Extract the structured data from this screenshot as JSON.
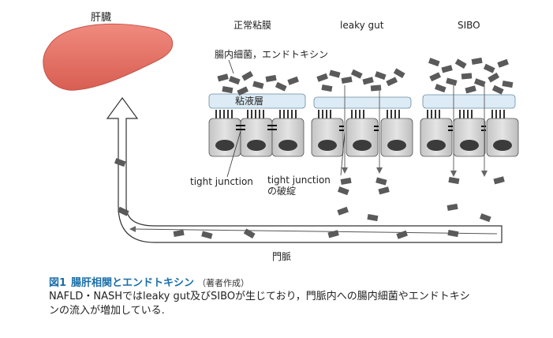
{
  "labels": {
    "liver": "肝臓",
    "normal": "正常粘膜",
    "leaky": "leaky gut",
    "sibo": "SIBO",
    "bacteria": "腸内細菌，エンドトキシン",
    "mucus": "粘液層",
    "tight_junction": "tight junction",
    "tj_broken_1": "tight junction",
    "tj_broken_2": "の破綻",
    "portal_vein": "門脈"
  },
  "caption": {
    "fig_no": "図1",
    "title": "腸肝相関とエンドトキシン",
    "note": "（著者作成）",
    "line1": "NAFLD・NASHではleaky gut及びSIBOが生じており，門脈内への腸内細菌やエンドトキシ",
    "line2": "ンの流入が増加している."
  },
  "colors": {
    "liver": "#e9756a",
    "liver_edge": "#c75247",
    "mucus": "#dcebf5",
    "cell": "#d3d3d3",
    "nucleus": "#3b3b3b",
    "bacterium": "#5a5a5a",
    "caption_blue": "#1a6ea8"
  }
}
